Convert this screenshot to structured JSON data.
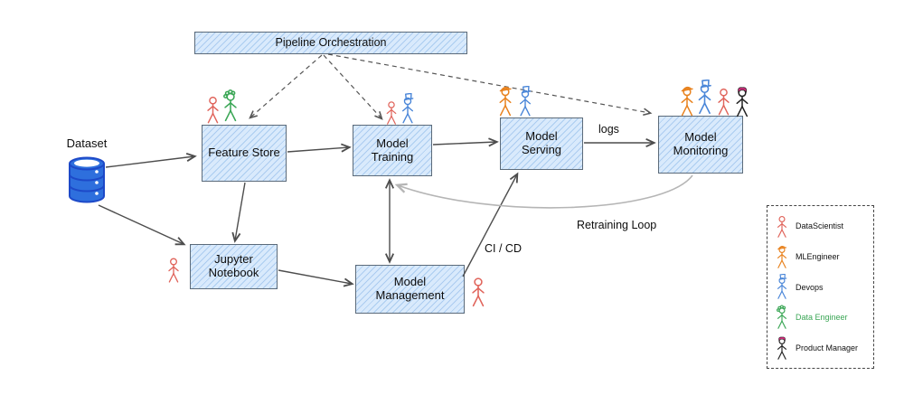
{
  "boxes": {
    "pipeline_orchestration": {
      "label": "Pipeline Orchestration"
    },
    "feature_store": {
      "label": "Feature Store"
    },
    "model_training": {
      "label": "Model Training"
    },
    "model_serving": {
      "label": "Model Serving"
    },
    "model_monitoring": {
      "label": "Model Monitoring"
    },
    "jupyter_notebook": {
      "label": "Jupyter Notebook"
    },
    "model_management": {
      "label": "Model Management"
    }
  },
  "dataset": {
    "label": "Dataset",
    "icon": "database-icon"
  },
  "edges": {
    "logs": "logs",
    "ci_cd": "CI / CD",
    "retraining_loop": "Retraining Loop"
  },
  "legend": {
    "items": [
      {
        "icon": "datascientist-stick-figure-icon",
        "role": "datascientist",
        "label": "DataScientist",
        "label_color": "#111111"
      },
      {
        "icon": "mlengineer-stick-figure-icon",
        "role": "mlengineer",
        "label": "MLEngineer",
        "label_color": "#111111"
      },
      {
        "icon": "devops-stick-figure-icon",
        "role": "devops",
        "label": "Devops",
        "label_color": "#111111"
      },
      {
        "icon": "dataengineer-stick-figure-icon",
        "role": "dataengineer",
        "label": "Data Engineer",
        "label_color": "#3aa655"
      },
      {
        "icon": "productmanager-stick-figure-icon",
        "role": "productmanager",
        "label": "Product Manager",
        "label_color": "#111111"
      }
    ]
  },
  "colors": {
    "box_fill": "#d9eafc",
    "box_hatch": "#abccf0",
    "box_border": "#5c6b7a",
    "arrow": "#4d4d4d",
    "dashed_arrow": "#555555",
    "retraining_loop": "#b5b5b5",
    "dataset_blue": "#2e6fdd",
    "dataset_stroke": "#1d49c8",
    "datascientist": "#e0635a",
    "mlengineer": "#e8821e",
    "devops": "#4a86d8",
    "dataengineer": "#3aa655",
    "productmanager": "#222222",
    "productmanager_hair": "#cf2d7b"
  }
}
